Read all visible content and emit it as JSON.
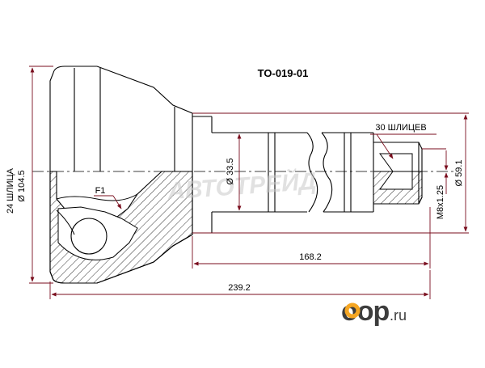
{
  "part_number": "TO-019-01",
  "labels": {
    "outer_diameter": "Ø 104.5",
    "outer_splines": "24 ШЛИЦА",
    "shaft_diameter": "Ø 33.5",
    "spline_count": "30 ШЛИЦЕВ",
    "thread": "M8x1.25",
    "flange_diameter": "Ø 59.1",
    "shaft_length": "168.2",
    "total_length": "239.2",
    "section_marker": "F1"
  },
  "watermark": "АВТОТРЕЙД",
  "brand": {
    "name": "oop",
    "suffix": ".ru",
    "accent_color": "#f5a623"
  },
  "colors": {
    "line": "#000000",
    "dimension": "#7a0e1e",
    "hatch": "#000000"
  }
}
